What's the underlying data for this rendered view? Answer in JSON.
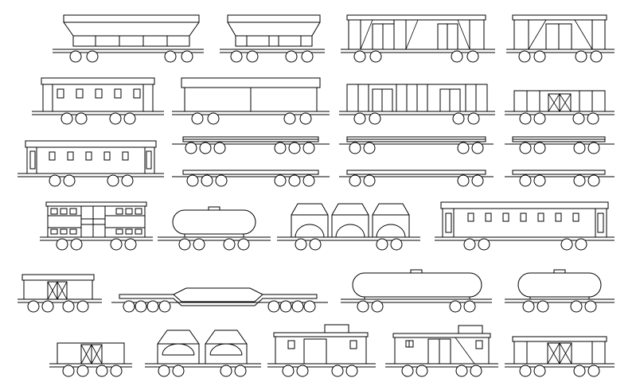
{
  "drawing": {
    "background": "#ffffff",
    "line_color": "#000000",
    "rows": [
      {
        "row": 1,
        "cars": [
          {
            "id": "hopper-car-1",
            "type": "covered-hopper"
          },
          {
            "id": "hopper-car-2",
            "type": "covered-hopper"
          },
          {
            "id": "boxcar-braced-1",
            "type": "boxcar-long"
          },
          {
            "id": "boxcar-braced-2",
            "type": "boxcar-short"
          }
        ]
      },
      {
        "row": 2,
        "cars": [
          {
            "id": "passenger-coach-1",
            "type": "passenger-coach"
          },
          {
            "id": "open-gondola-1",
            "type": "gondola"
          },
          {
            "id": "boxcar-ribbed-1",
            "type": "boxcar-ribbed"
          },
          {
            "id": "boxcar-small-1",
            "type": "boxcar-small"
          }
        ]
      },
      {
        "row": 3,
        "cars": [
          {
            "id": "passenger-coach-2",
            "type": "passenger-coach"
          },
          {
            "id": "flatcar-stack-1",
            "type": "flatcar-pair"
          },
          {
            "id": "flatcar-stack-2",
            "type": "flatcar-pair"
          },
          {
            "id": "flatcar-stack-3",
            "type": "flatcar-pair"
          }
        ]
      },
      {
        "row": 4,
        "cars": [
          {
            "id": "stock-car-1",
            "type": "stock-car"
          },
          {
            "id": "tank-car-small-1",
            "type": "tank-car"
          },
          {
            "id": "triple-hopper-1",
            "type": "triple-hopper"
          },
          {
            "id": "passenger-coach-3",
            "type": "passenger-coach-long"
          }
        ]
      },
      {
        "row": 5,
        "cars": [
          {
            "id": "boxcar-short-2",
            "type": "boxcar-short"
          },
          {
            "id": "well-car-1",
            "type": "depressed-center-flatcar"
          },
          {
            "id": "tank-car-large-1",
            "type": "tank-car"
          },
          {
            "id": "tank-car-small-2",
            "type": "tank-car"
          }
        ]
      },
      {
        "row": 6,
        "cars": [
          {
            "id": "boxcar-small-2",
            "type": "boxcar-small"
          },
          {
            "id": "twin-hopper-1",
            "type": "twin-hopper"
          },
          {
            "id": "caboose-1",
            "type": "caboose"
          },
          {
            "id": "caboose-2",
            "type": "caboose"
          },
          {
            "id": "boxcar-small-3",
            "type": "boxcar-small"
          }
        ]
      }
    ]
  }
}
